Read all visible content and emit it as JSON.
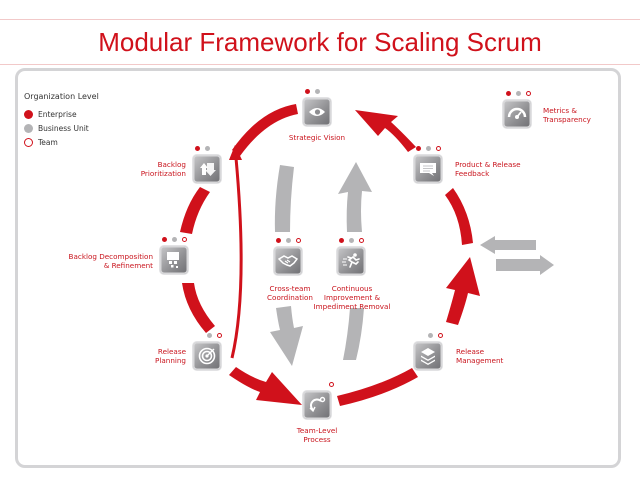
{
  "title": "Modular Framework for Scaling Scrum",
  "colors": {
    "accent": "#d0111b",
    "neutral": "#b4b4b6",
    "frame": "#d4d4d6"
  },
  "legend": {
    "heading": "Organization Level",
    "items": [
      {
        "key": "enterprise",
        "label": "Enterprise",
        "style": "filled-red"
      },
      {
        "key": "business_unit",
        "label": "Business Unit",
        "style": "filled-gray"
      },
      {
        "key": "team",
        "label": "Team",
        "style": "hollow-red"
      }
    ]
  },
  "nodes": {
    "strategic_vision": {
      "label": "Strategic Vision",
      "icon": "eye-icon",
      "levels": [
        "enterprise",
        "business_unit"
      ]
    },
    "backlog_prioritization": {
      "label_line1": "Backlog",
      "label_line2": "Prioritization",
      "icon": "sort-arrows-icon",
      "levels": [
        "enterprise",
        "business_unit"
      ]
    },
    "backlog_decomposition": {
      "label_line1": "Backlog Decomposition",
      "label_line2": "& Refinement",
      "icon": "decompose-blocks-icon",
      "levels": [
        "enterprise",
        "business_unit",
        "team"
      ]
    },
    "release_planning": {
      "label_line1": "Release",
      "label_line2": "Planning",
      "icon": "target-icon",
      "levels": [
        "business_unit",
        "team"
      ]
    },
    "team_level_process": {
      "label_line1": "Team-Level",
      "label_line2": "Process",
      "icon": "cycle-icon",
      "levels": [
        "team"
      ]
    },
    "release_management": {
      "label_line1": "Release",
      "label_line2": "Management",
      "icon": "stacked-layers-icon",
      "levels": [
        "business_unit",
        "team"
      ]
    },
    "product_release_feedback": {
      "label_line1": "Product & Release",
      "label_line2": "Feedback",
      "icon": "speech-bubble-icon",
      "levels": [
        "enterprise",
        "business_unit",
        "team"
      ]
    },
    "metrics_transparency": {
      "label_line1": "Metrics &",
      "label_line2": "Transparency",
      "icon": "gauge-icon",
      "levels": [
        "enterprise",
        "business_unit",
        "team"
      ]
    },
    "cross_team_coordination": {
      "label_line1": "Cross-team",
      "label_line2": "Coordination",
      "icon": "handshake-icon",
      "levels": [
        "enterprise",
        "business_unit",
        "team"
      ]
    },
    "continuous_improvement": {
      "label_line1": "Continuous",
      "label_line2": "Improvement &",
      "label_line3": "Impediment Removal",
      "icon": "runner-icon",
      "levels": [
        "enterprise",
        "business_unit",
        "team"
      ]
    }
  }
}
